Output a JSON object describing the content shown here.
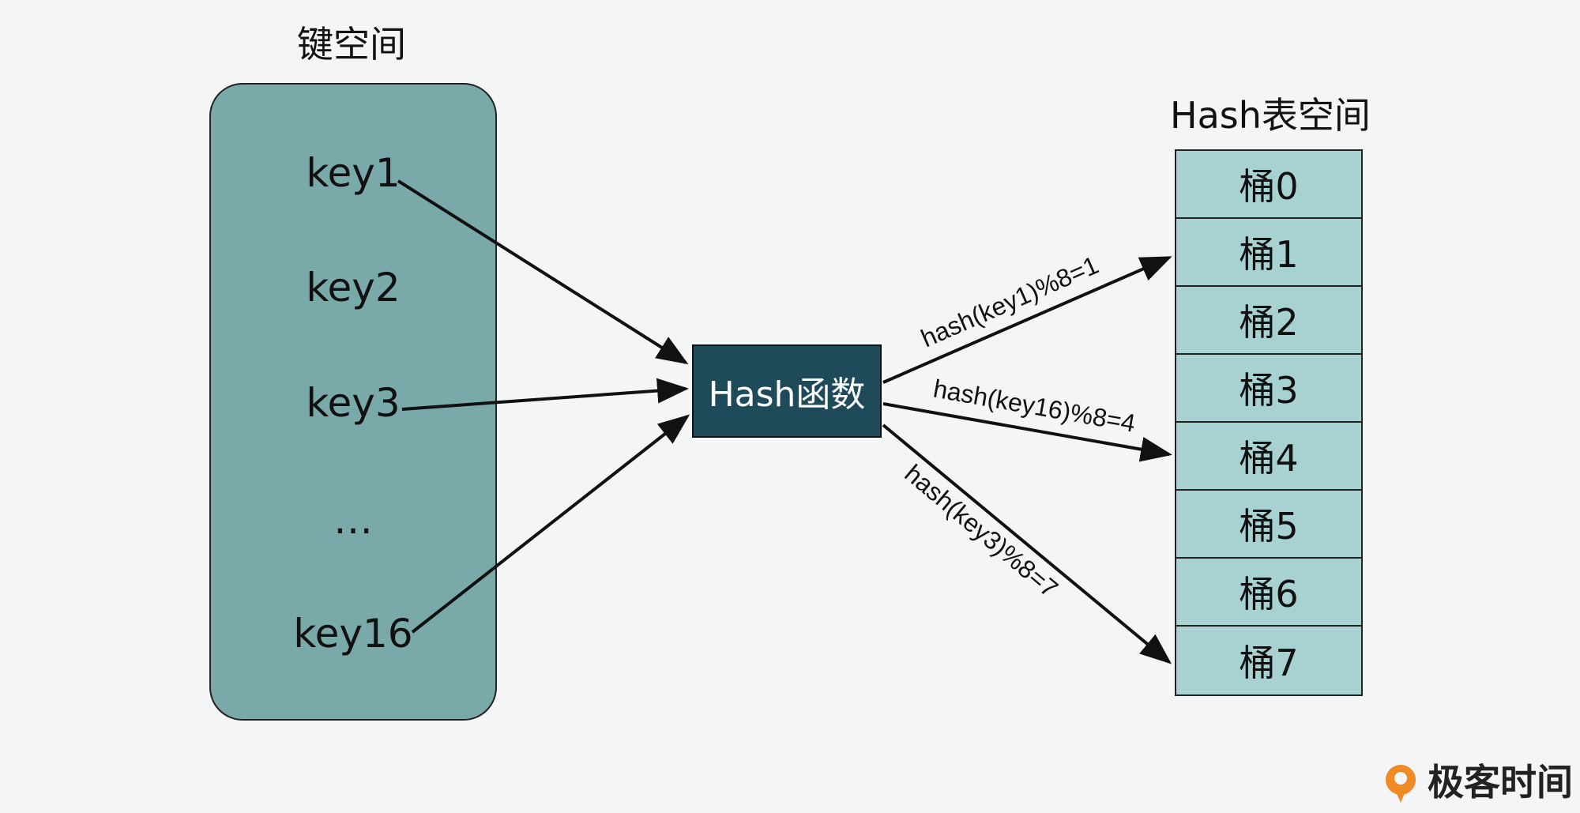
{
  "key_space": {
    "title": "键空间",
    "keys": [
      "key1",
      "key2",
      "key3",
      "…",
      "key16"
    ]
  },
  "hash_function": {
    "label": "Hash函数"
  },
  "hash_table": {
    "title": "Hash表空间",
    "buckets": [
      "桶0",
      "桶1",
      "桶2",
      "桶3",
      "桶4",
      "桶5",
      "桶6",
      "桶7"
    ]
  },
  "mappings": [
    {
      "label": "hash(key1)%8=1",
      "bucket": 1
    },
    {
      "label": "hash(key16)%8=4",
      "bucket": 4
    },
    {
      "label": "hash(key3)%8=7",
      "bucket": 7
    }
  ],
  "colors": {
    "key_panel": "#7aa9a9",
    "hash_box": "#1e4a5a",
    "bucket": "#a8d1d1",
    "background": "#f3f5f7",
    "brand_orange": "#f08a24"
  },
  "brand": {
    "name": "极客时间",
    "icon": "geektime-logo-icon"
  }
}
